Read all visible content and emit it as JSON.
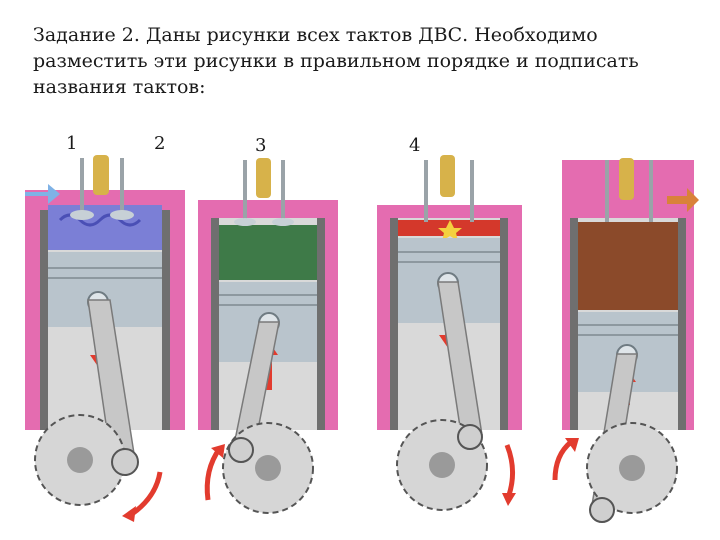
{
  "task": {
    "line1": "Задание 2. Даны рисунки всех тактов ДВС. Необходимо",
    "line2": "разместить эти рисунки в правильном порядке и подписать",
    "line3": "названия тактов:"
  },
  "labels": [
    "1",
    "2",
    "3",
    "4"
  ],
  "figures": [
    {
      "name": "stroke-figure-1",
      "chamber_color": "#7b7fd6",
      "piston_level": 0.55,
      "crank_arrow": "down-right"
    },
    {
      "name": "stroke-figure-2",
      "chamber_color": "#3e7a48",
      "piston_level": 0.35,
      "crank_arrow": "up-left"
    },
    {
      "name": "stroke-figure-3",
      "chamber_color": "#d4382b",
      "piston_level": 0.1,
      "crank_arrow": "down-right"
    },
    {
      "name": "stroke-figure-4",
      "chamber_color": "#8b4a2a",
      "piston_level": 0.45,
      "crank_arrow": "up-left"
    }
  ],
  "colors": {
    "wall": "#d9d9d9",
    "jacket": "#e46cb0",
    "piston": "#b9c4cc",
    "rod": "#c7c7c7",
    "arrow": "#e23b2e",
    "plug": "#d7b24a"
  },
  "icons": [
    "intake-arrow-icon",
    "exhaust-arrow-icon",
    "spark-icon",
    "piston-direction-arrow-icon",
    "crank-rotation-arrow-icon"
  ]
}
